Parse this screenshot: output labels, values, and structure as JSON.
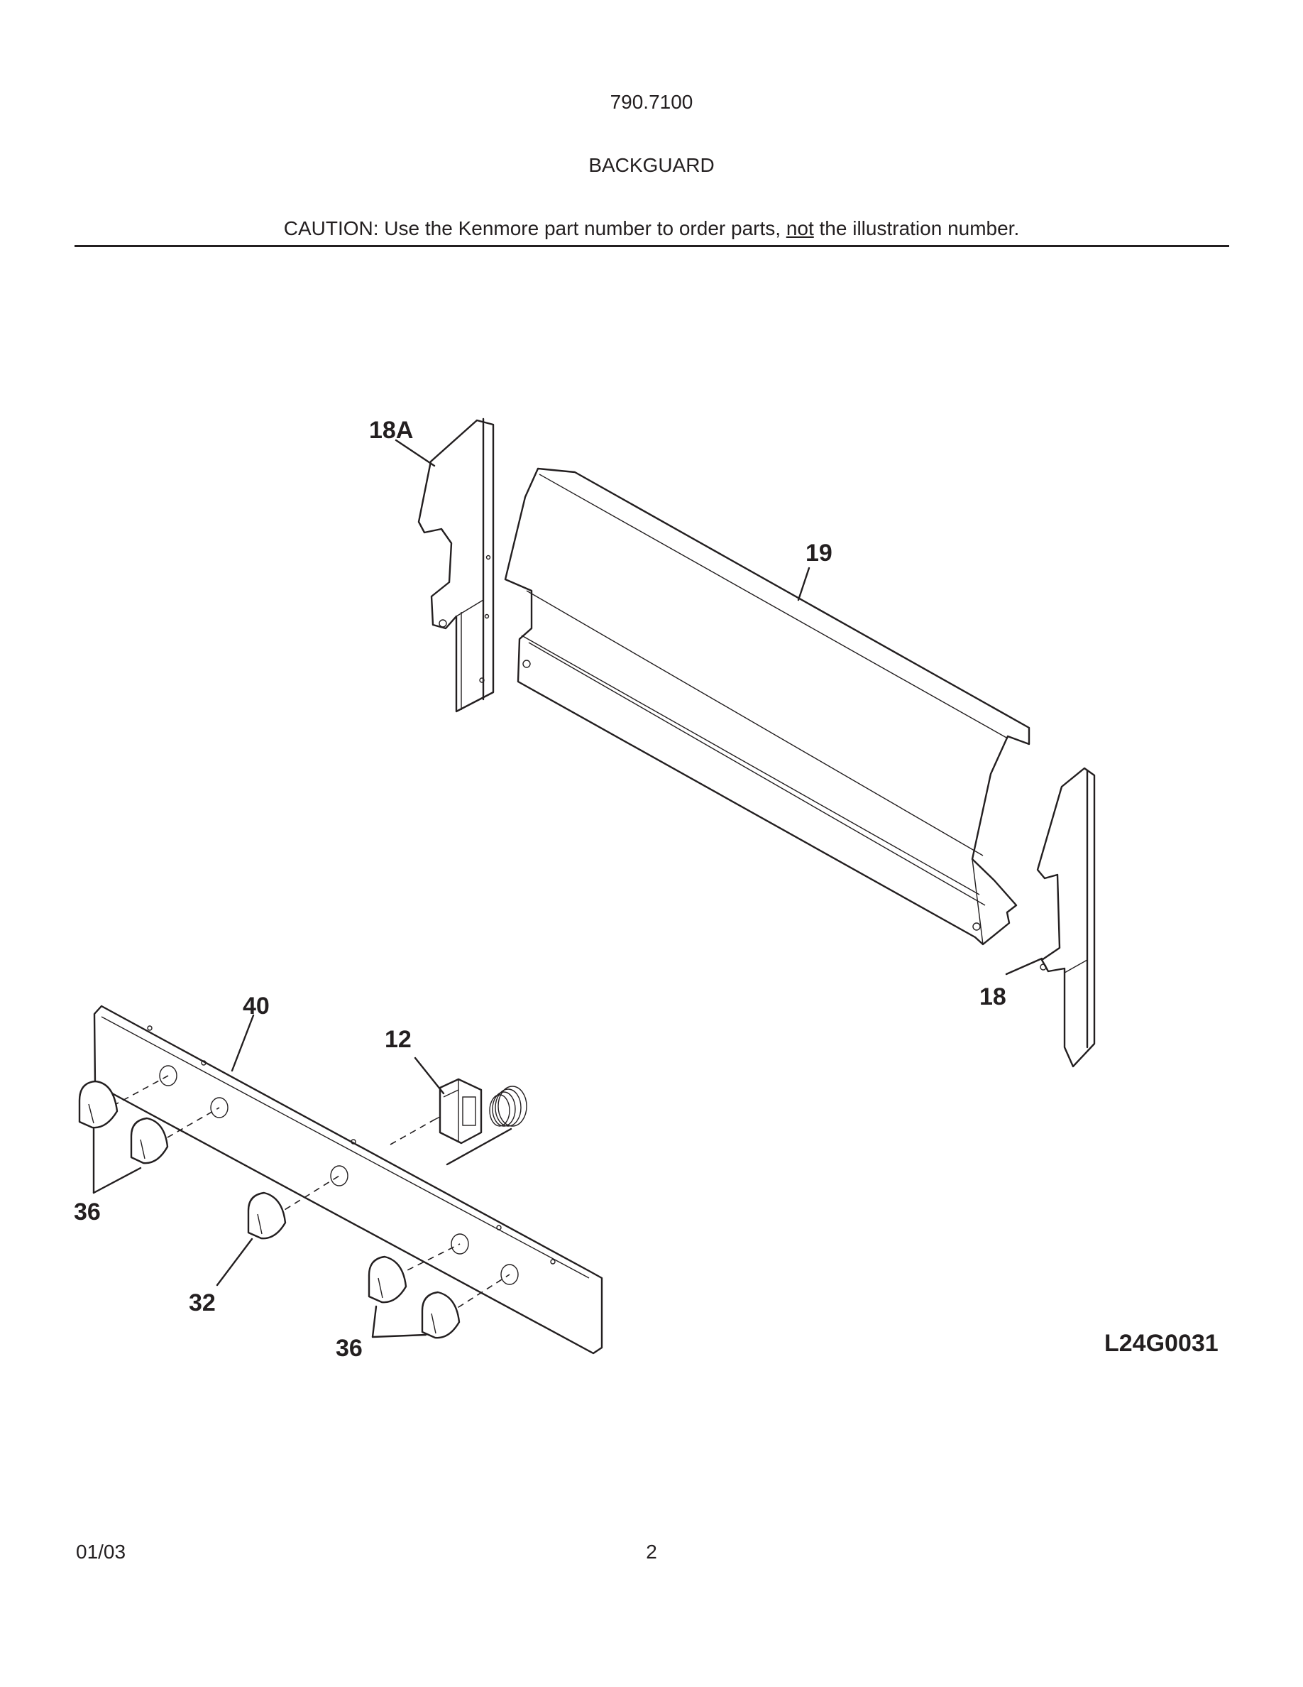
{
  "header": {
    "model_number": "790.7100",
    "section_title": "BACKGUARD",
    "caution_prefix": "CAUTION: Use the Kenmore part number to order parts, ",
    "caution_emphasis": "not",
    "caution_suffix": " the illustration number."
  },
  "diagram": {
    "callouts": {
      "part_18a": "18A",
      "part_19": "19",
      "part_18": "18",
      "part_40": "40",
      "part_12": "12",
      "part_36_left": "36",
      "part_32": "32",
      "part_36_right": "36"
    },
    "drawing_id": "L24G0031"
  },
  "footer": {
    "date": "01/03",
    "page_number": "2"
  }
}
